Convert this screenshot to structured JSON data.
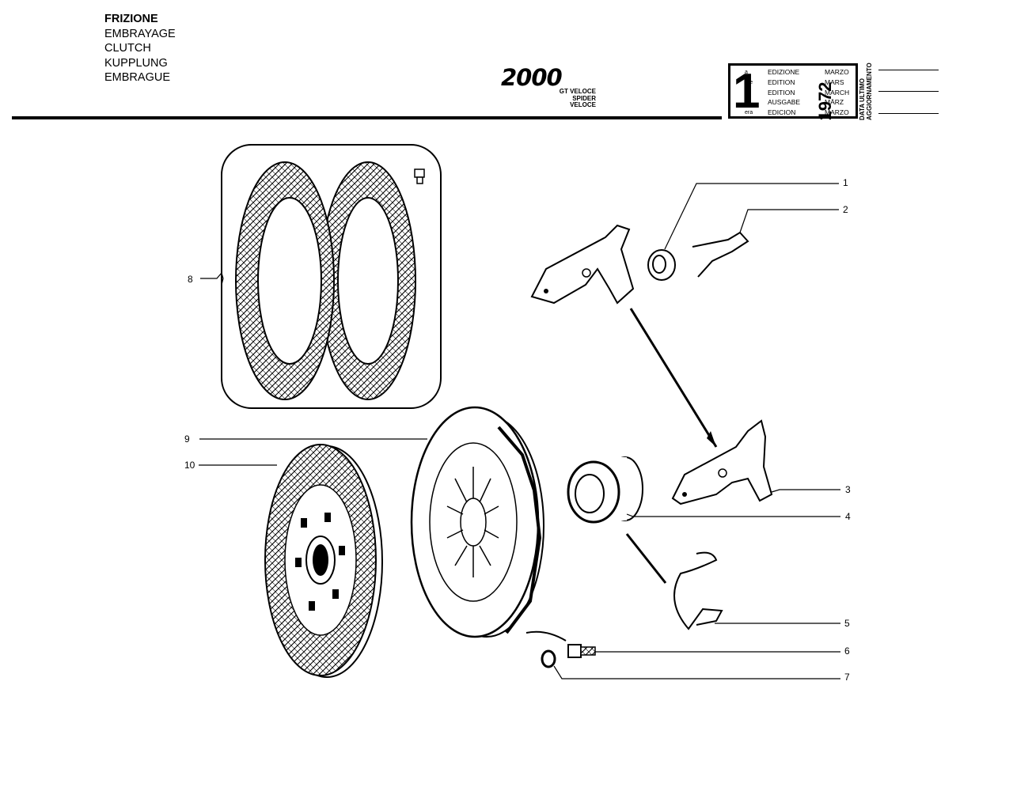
{
  "header": {
    "titles": [
      "FRIZIONE",
      "EMBRAYAGE",
      "CLUTCH",
      "KUPPLUNG",
      "EMBRAGUE"
    ],
    "logo_number": "2000",
    "logo_sub_1": "GT VELOCE",
    "logo_sub_2": "SPIDER VELOCE"
  },
  "edition": {
    "number": "1",
    "suffixes": [
      "a",
      "ere",
      "st",
      "-",
      "era"
    ],
    "labels": [
      "EDIZIONE",
      "EDITION",
      "EDITION",
      "AUSGABE",
      "EDICION"
    ],
    "year": "1972",
    "months": [
      "MARZO",
      "MARS",
      "MARCH",
      "MÄRZ",
      "MARZO"
    ],
    "update_label_1": "DATA ULTIMO",
    "update_label_2": "AGGIORNAMENTO"
  },
  "callouts": [
    "1",
    "2",
    "3",
    "4",
    "5",
    "6",
    "7",
    "8",
    "9",
    "10"
  ]
}
